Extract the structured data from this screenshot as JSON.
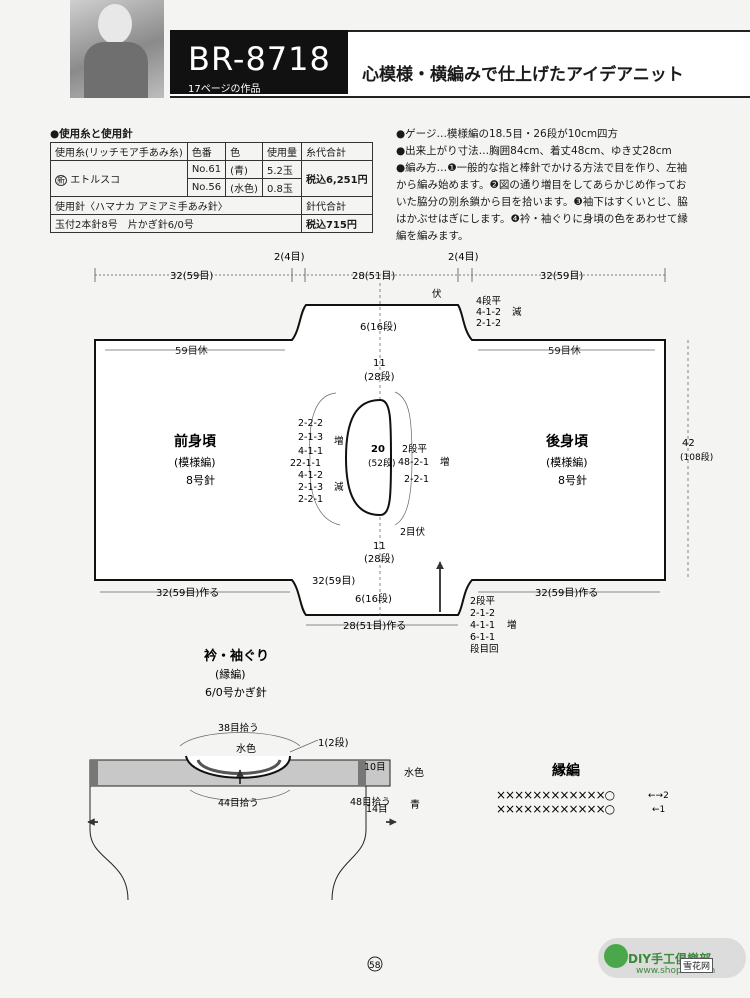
{
  "header": {
    "code": "BR-8718",
    "subtitle": "17ページの作品",
    "title": "心模様・横編みで仕上げたアイデアニット"
  },
  "materials": {
    "heading": "●使用糸と使用針",
    "table_header": [
      "使用糸(リッチモア手あみ糸)",
      "色番",
      "色",
      "使用量",
      "糸代合計"
    ],
    "yarn_name": "エトルスコ",
    "new_mark": "新",
    "rows": [
      {
        "num": "No.61",
        "color": "(青)",
        "qty": "5.2玉"
      },
      {
        "num": "No.56",
        "color": "(水色)",
        "qty": "0.8玉"
      }
    ],
    "yarn_total": "税込6,251円",
    "needle_header": "使用針〈ハマナカ アミアミ手あみ針〉",
    "needle_total_header": "針代合計",
    "needles": "玉付2本針8号　片かぎ針6/0号",
    "needle_total": "税込715円"
  },
  "gauge": {
    "line1": "●ゲージ…模様編の18.5目・26段が10cm四方",
    "line2": "●出来上がり寸法…胸囲84cm、着丈48cm、ゆき丈28cm",
    "line3": "●編み方…❶一般的な指と棒針でかける方法で目を作り、左袖",
    "line4": "から編み始めます。❷図の通り増目をしてあらかじめ作ってお",
    "line5": "いた脇分の別糸鎖から目を拾います。❸袖下はすくいとじ、脇",
    "line6": "はかぶせはぎにします。❹衿・袖ぐりに身頃の色をあわせて縁",
    "line7": "編を編みます。"
  },
  "diagram": {
    "top_dims": [
      "32(59目)",
      "2(4目)",
      "28(51目)",
      "2(4目)",
      "32(59目)"
    ],
    "fuku": "伏",
    "right_dec": [
      "4段平",
      "4-1-2",
      "2-1-2"
    ],
    "dec": "減",
    "shoulder_h": "6(16段)",
    "left_rest": "59目休",
    "right_rest": "59目休",
    "upper_h": "11",
    "upper_h2": "(28段)",
    "neck_left": [
      "2-2-2",
      "2-1-3",
      "4-1-1",
      "22-1-1",
      "4-1-2",
      "2-1-3",
      "2-2-1"
    ],
    "inc": "増",
    "neck_h": "20",
    "neck_h2": "(52段)",
    "neck_right": [
      "2段平",
      "48-2-1",
      "2-2-1"
    ],
    "neck_fuku": "2目伏",
    "lower_h": "11",
    "lower_h2": "(28段)",
    "front": "前身頃",
    "front_pat": "(模様編)",
    "front_needle": "8号針",
    "back": "後身頃",
    "back_pat": "(模様編)",
    "back_needle": "8号針",
    "height": "42",
    "height2": "(108段)",
    "bottom_left": "32(59目)作る",
    "bottom_mid": "32(59目)",
    "bottom_right": "32(59目)作る",
    "bottom_h": "6(16段)",
    "bottom_make": "28(51目)作る",
    "bottom_inc": [
      "2段平",
      "2-1-2",
      "4-1-1",
      "6-1-1",
      "段目回"
    ],
    "inc2": "増"
  },
  "edging": {
    "title": "衿・袖ぐり",
    "sub": "(縁編)",
    "needle": "6/0号かぎ針",
    "pick1": "38目拾う",
    "pick2": "44目拾う",
    "rows": "1(2段)",
    "mizuiro": "水色",
    "ten": "10目",
    "mizuiro2": "水色",
    "pick3": "48目拾う",
    "fourteen": "14目",
    "ao": "青"
  },
  "border": {
    "title": "縁編",
    "row2": "××××××××××××○",
    "row1": "××××××××××××○",
    "arr2": "←→2",
    "arr1": "←1"
  },
  "footer": {
    "page": "58",
    "logo": "DIY手工俱樂部",
    "url": "www.shop07.com",
    "mark": "雪花网"
  }
}
